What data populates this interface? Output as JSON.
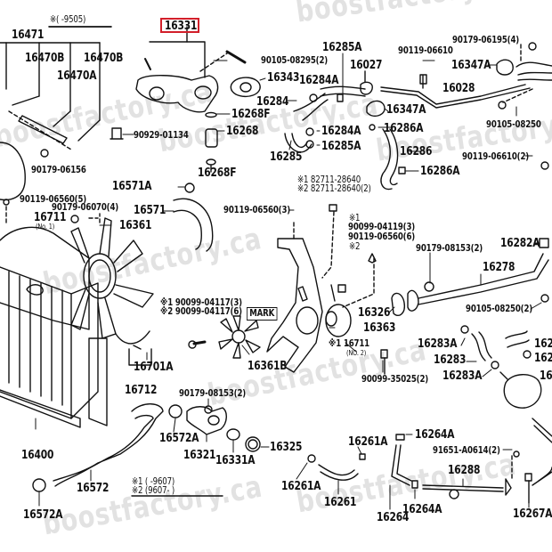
{
  "diagram": {
    "title": "Toyota cooling system parts diagram (water pump, radiator, fan, hoses, thermostat)",
    "highlighted_part": "16331",
    "highlight_color": "#d21f2a",
    "watermark": "boostfactory.ca",
    "notes": {
      "top": "※( -9505)",
      "bottom_1": "※1 (     -9607)",
      "bottom_2": "※2 (9607-     )"
    },
    "mark_label": "MARK",
    "labels": {
      "p16331": "16331",
      "p16471": "16471",
      "p16470B_1": "16470B",
      "p16470B_2": "16470B",
      "p16470A": "16470A",
      "p90929_01134": "90929-01134",
      "p90179_06156": "90179-06156",
      "p90105_08295": "90105-08295(2)",
      "p16343": "16343",
      "p16268F_1": "16268F",
      "p16268": "16268",
      "p16268F_2": "16268F",
      "p16285A_1": "16285A",
      "p16027": "16027",
      "p16284A_1": "16284A",
      "p16284": "16284",
      "p16284A_2": "16284A",
      "p16285A_2": "16285A",
      "p16285": "16285",
      "p90179_06195": "90179-06195(4)",
      "p90119_06610_1": "90119-06610",
      "p16347A_1": "16347A",
      "p16028": "16028",
      "p16347A_2": "16347A",
      "p90105_08250_1": "90105-08250",
      "p16286A_1": "16286A",
      "p16286": "16286",
      "p16286A_2": "16286A",
      "p90119_06610_2": "90119-06610(2)",
      "p16571A": "16571A",
      "p16571": "16571",
      "p90119_06560_5": "90119-06560(5)",
      "p90179_06070": "90179-06070(4)",
      "p16711": "16711",
      "p16711_no1": "(No. 1)",
      "p16361": "16361",
      "p90119_06560_3": "90119-06560(3)",
      "p82711_1": "※1 82711-28640",
      "p82711_2": "※2 82711-28640(2)",
      "p_note1": "※1",
      "p90099_04119": "90099-04119(3)",
      "p90119_06560_6": "90119-06560(6)",
      "p_note2": "※2",
      "p90179_08153_1": "90179-08153(2)",
      "p16282A": "16282A",
      "p16278": "16278",
      "p90099_04117_1": "※1 90099-04117(3)",
      "p90099_04117_2": "※2 90099-04117(6)",
      "p16326": "16326",
      "p16363": "16363",
      "p90105_08250_2": "90105-08250(2)",
      "p16711_2": "※1 16711",
      "p16711_no2": "(NO. 2)",
      "p16361B": "16361B",
      "p16701A": "16701A",
      "p16712": "16712",
      "p16283A_1": "16283A",
      "p16283": "16283",
      "p16283A_2": "16283A",
      "p16262": "162",
      "p16262b": "162",
      "p16262c": "16",
      "p90099_35025": "90099-35025(2)",
      "p16400": "16400",
      "p90179_08153_2": "90179-08153(2)",
      "p16572A_1": "16572A",
      "p16321": "16321",
      "p16331A": "16331A",
      "p16325": "16325",
      "p16572": "16572",
      "p16572A_2": "16572A",
      "p16261A_1": "16261A",
      "p16261A_2": "16261A",
      "p16261": "16261",
      "p16264A_1": "16264A",
      "p16264": "16264",
      "p16264A_2": "16264A",
      "p91651_A0614": "91651-A0614(2)",
      "p16288": "16288",
      "p16267A": "16267A"
    }
  }
}
